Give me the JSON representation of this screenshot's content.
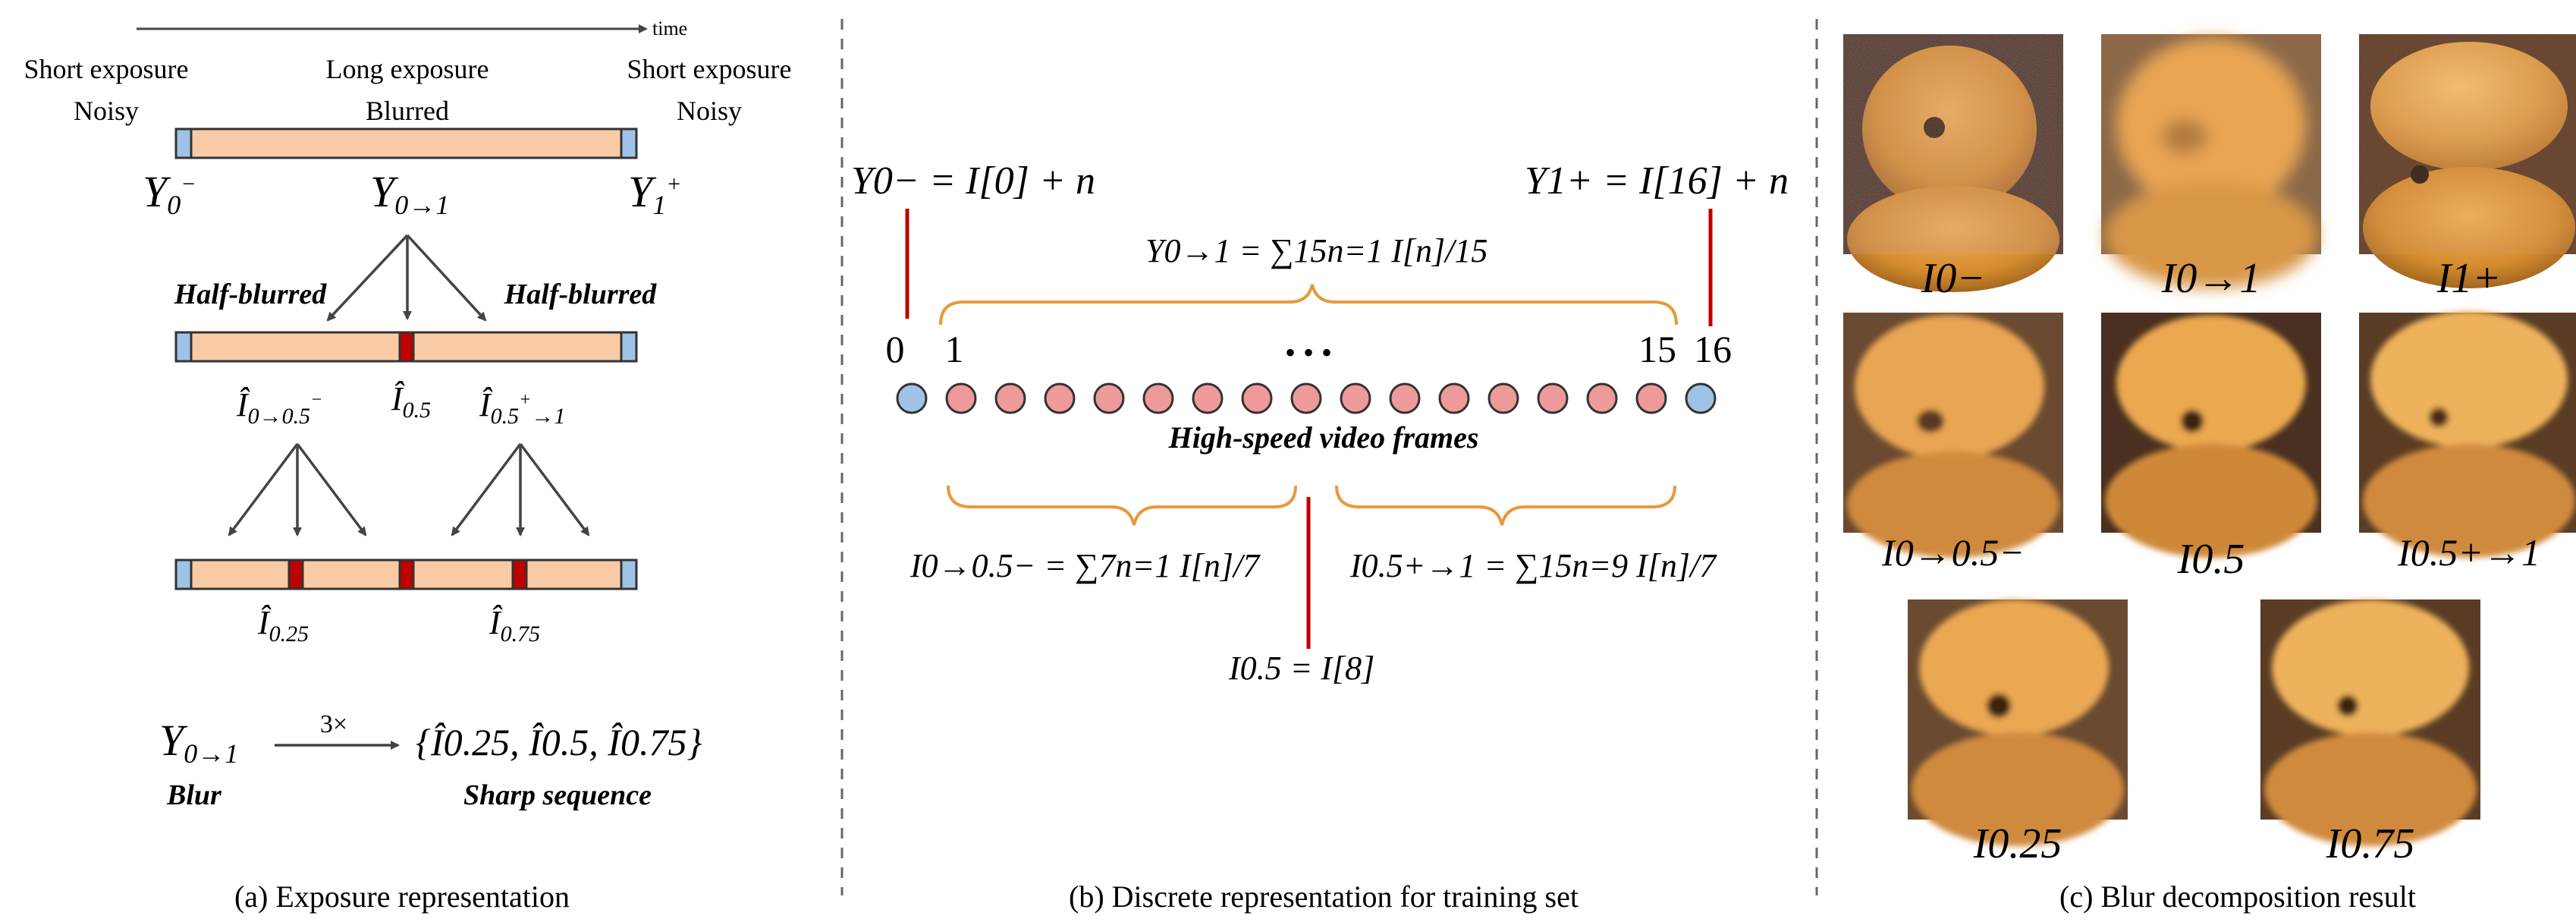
{
  "panel_a": {
    "time_label": "time",
    "left_top_label": "Short exposure",
    "left_bottom_label": "Noisy",
    "center_top_label": "Long exposure",
    "center_bottom_label": "Blurred",
    "right_top_label": "Short exposure",
    "right_bottom_label": "Noisy",
    "y0minus": {
      "base": "Y",
      "sub": "0",
      "sup": "−"
    },
    "y0to1": {
      "base": "Y",
      "sub": "0→1"
    },
    "y1plus": {
      "base": "Y",
      "sub": "1",
      "sup": "+"
    },
    "half_blurred_left": "Half-blurred",
    "half_blurred_right": "Half-blurred",
    "i_0_05": {
      "base": "Î",
      "sub": "0→0.5",
      "sup": "−"
    },
    "i_05": {
      "base": "Î",
      "sub": "0.5"
    },
    "i_05_1": {
      "base": "Î",
      "sub": "0.5",
      "sup": "+",
      "sub2": "→1"
    },
    "i_025": {
      "base": "Î",
      "sub": "0.25"
    },
    "i_075": {
      "base": "Î",
      "sub": "0.75"
    },
    "formula_left": {
      "base": "Y",
      "sub": "0→1"
    },
    "arrow_label": "3×",
    "formula_right": "{Î0.25, Î0.5, Î0.75}",
    "blur_label": "Blur",
    "sharp_label": "Sharp sequence",
    "caption": "(a) Exposure representation"
  },
  "panel_b": {
    "y0_eq": "Y0− = I[0] + n",
    "y1_eq": "Y1+ = I[16] + n",
    "y01_eq": "Y0→1 = ∑15n=1 I[n]/15",
    "label_0": "0",
    "label_1": "1",
    "label_15": "15",
    "label_16": "16",
    "ellipsis": "• • •",
    "frames_label": "High-speed video frames",
    "i_left_eq": "I0→0.5− = ∑7n=1 I[n]/7",
    "i_right_eq": "I0.5+→1 = ∑15n=9 I[n]/7",
    "i_mid_eq": "I0.5 = I[8]",
    "caption": "(b) Discrete representation for training set"
  },
  "panel_c": {
    "labels": [
      "I0−",
      "I0→1",
      "I1+",
      "I0→0.5−",
      "I0.5",
      "I0.5+→1",
      "I0.25",
      "I0.75"
    ],
    "caption": "(c) Blur decomposition result"
  },
  "colors": {
    "bar_fill": "#f8cba6",
    "end_blue": "#9ec3e6",
    "marker_red": "#c00000",
    "circle_pink": "#ef9a9a",
    "circle_blue": "#9ec3e6",
    "brace_orange": "#e69a3c",
    "red_line": "#c00000"
  }
}
